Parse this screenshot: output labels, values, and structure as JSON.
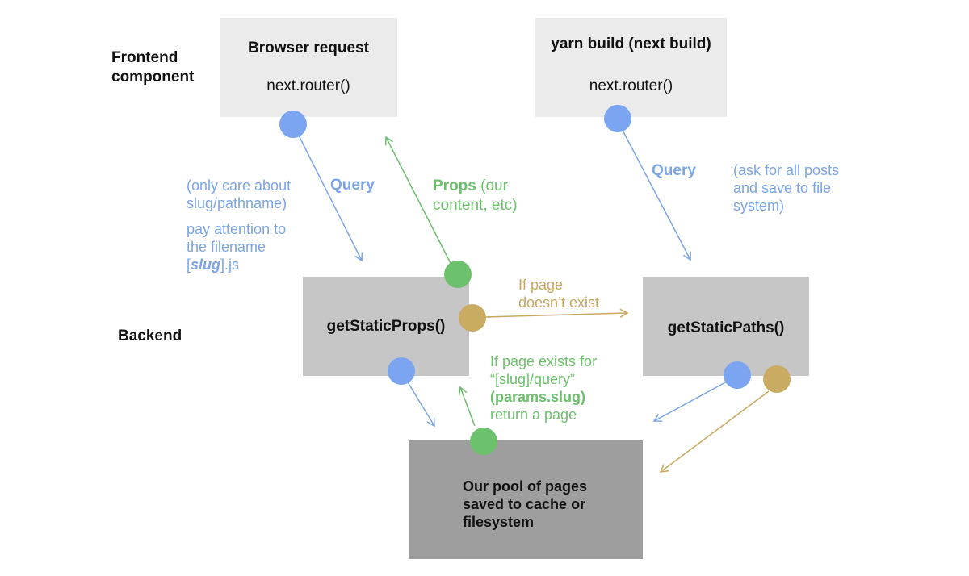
{
  "sections": {
    "frontend": "Frontend\ncomponent",
    "backend": "Backend"
  },
  "boxes": {
    "browser": {
      "title": "Browser request",
      "sub": "next.router()"
    },
    "yarn": {
      "title": "yarn build (next build)",
      "sub": "next.router()"
    },
    "props": {
      "title": "getStaticProps()"
    },
    "paths": {
      "title": "getStaticPaths()"
    },
    "pool": {
      "title": "Our pool of pages\nsaved to cache or\nfilesystem"
    }
  },
  "labels": {
    "only_care": "(only care about\nslug/pathname)",
    "pay_attention": "pay attention to\nthe filename",
    "slug_file_open": "[",
    "slug_file_slug": "slug",
    "slug_file_close": "].js",
    "query_left": "Query",
    "props_bold": "Props",
    "props_rest": " (our\ncontent, etc)",
    "query_right": "Query",
    "ask_all": "(ask for all posts\nand save to file\nsystem)",
    "if_not_exist": "If page\ndoesn’t exist",
    "if_exists_1": "If page exists for\n“[slug]/query”",
    "if_exists_params": "(params.slug)",
    "if_exists_return": "return a page"
  },
  "colors": {
    "blue": "#7ba5f0",
    "green": "#6cc26c",
    "gold": "#c9ab62",
    "box_light": "#ebebeb",
    "box_mid": "#c6c6c6",
    "box_dark": "#9e9e9e"
  }
}
